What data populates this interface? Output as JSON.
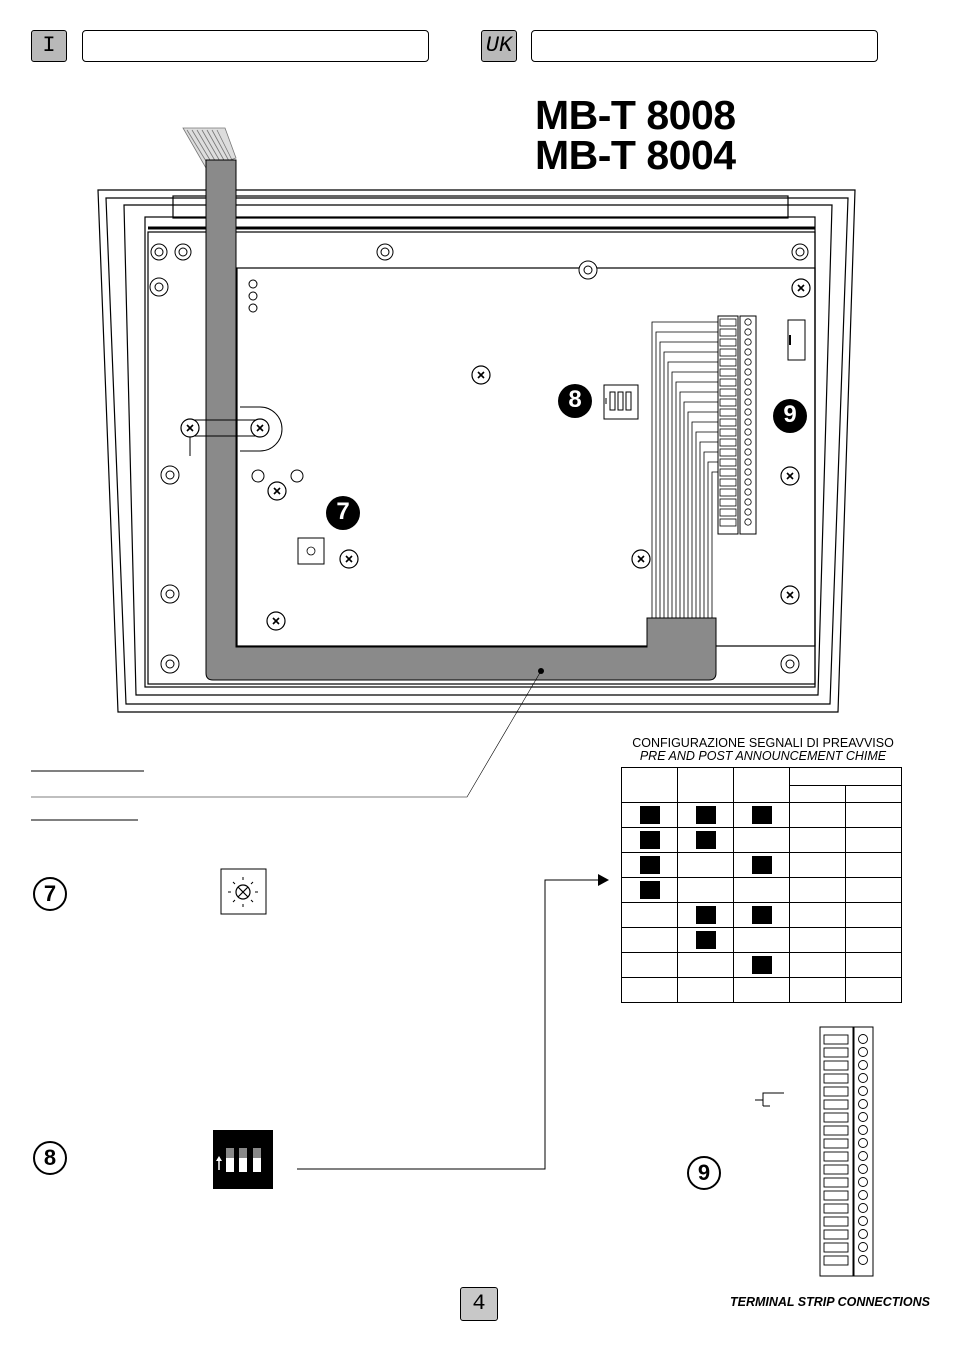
{
  "header": {
    "lang_left": "I",
    "lang_right": "UK"
  },
  "title": {
    "line1": "MB-T 8008",
    "line2": "MB-T 8004"
  },
  "callouts": {
    "c7": "7",
    "c8": "8",
    "c9": "9"
  },
  "config": {
    "title_it": "CONFIGURAZIONE SEGNALI DI PREAVVISO",
    "title_en": "PRE AND POST ANNOUNCEMENT CHIME",
    "rows": [
      [
        true,
        true,
        true
      ],
      [
        true,
        true,
        false
      ],
      [
        true,
        false,
        true
      ],
      [
        true,
        false,
        false
      ],
      [
        false,
        true,
        true
      ],
      [
        false,
        true,
        false
      ],
      [
        false,
        false,
        true
      ],
      [
        false,
        false,
        false
      ]
    ]
  },
  "page_number": "4",
  "footer": "TERMINAL STRIP CONNECTIONS",
  "icons": [
    "potentiometer-icon",
    "dip-switch-icon",
    "terminal-strip-icon",
    "screw-icon"
  ]
}
